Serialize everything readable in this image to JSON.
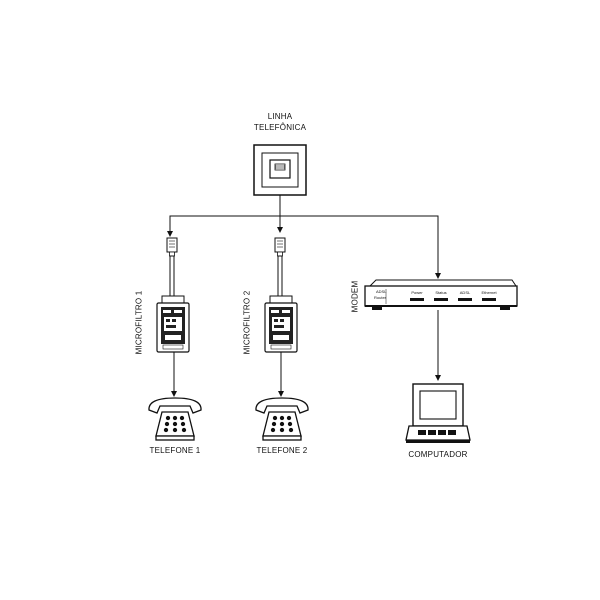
{
  "line_label": [
    "LINHA",
    "TELEFÔNICA"
  ],
  "microfilter_1_label": "MICROFILTRO 1",
  "microfilter_2_label": "MICROFILTRO 2",
  "modem_label": "MODEM",
  "phone_1_label": "TELEFONE 1",
  "phone_2_label": "TELEFONE 2",
  "computer_label": "COMPUTADOR",
  "modem_panel": {
    "brand_line1": "ADSL",
    "brand_line2": "Router",
    "indicators": [
      "Power",
      "Status",
      "ADSL",
      "Ethernet"
    ]
  }
}
